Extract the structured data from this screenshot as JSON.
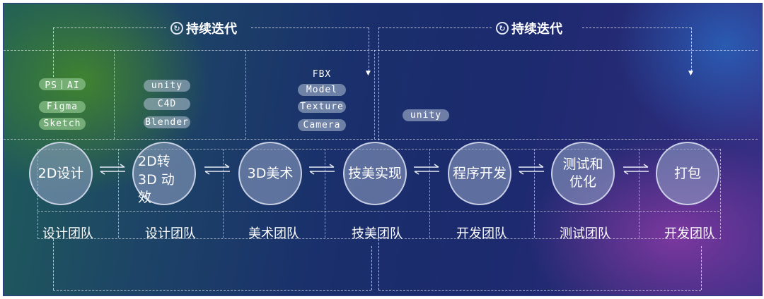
{
  "iteration_label": "持续迭代",
  "stages": [
    {
      "name": "2D设计",
      "team": "设计团队",
      "tools": [
        "PS丨AI",
        "Figma",
        "Sketch"
      ]
    },
    {
      "name": "2D转\n3D 动\n效",
      "team": "设计团队",
      "tools": [
        "unity",
        "C4D",
        "Blender"
      ]
    },
    {
      "name": "3D美术",
      "team": "美术团队",
      "tools": [
        "FBX",
        "Model",
        "Texture",
        "Camera"
      ]
    },
    {
      "name": "技美实现",
      "team": "技美团队",
      "tools": [
        "unity"
      ]
    },
    {
      "name": "程序开发",
      "team": "开发团队",
      "tools": []
    },
    {
      "name": "测试和\n优化",
      "team": "测试团队",
      "tools": []
    },
    {
      "name": "打包",
      "team": "开发团队",
      "tools": []
    }
  ],
  "colors": {
    "tool_pill_green": "#82b982",
    "tool_pill_grey": "#b4c3d7",
    "circle": "#96a5c8"
  }
}
